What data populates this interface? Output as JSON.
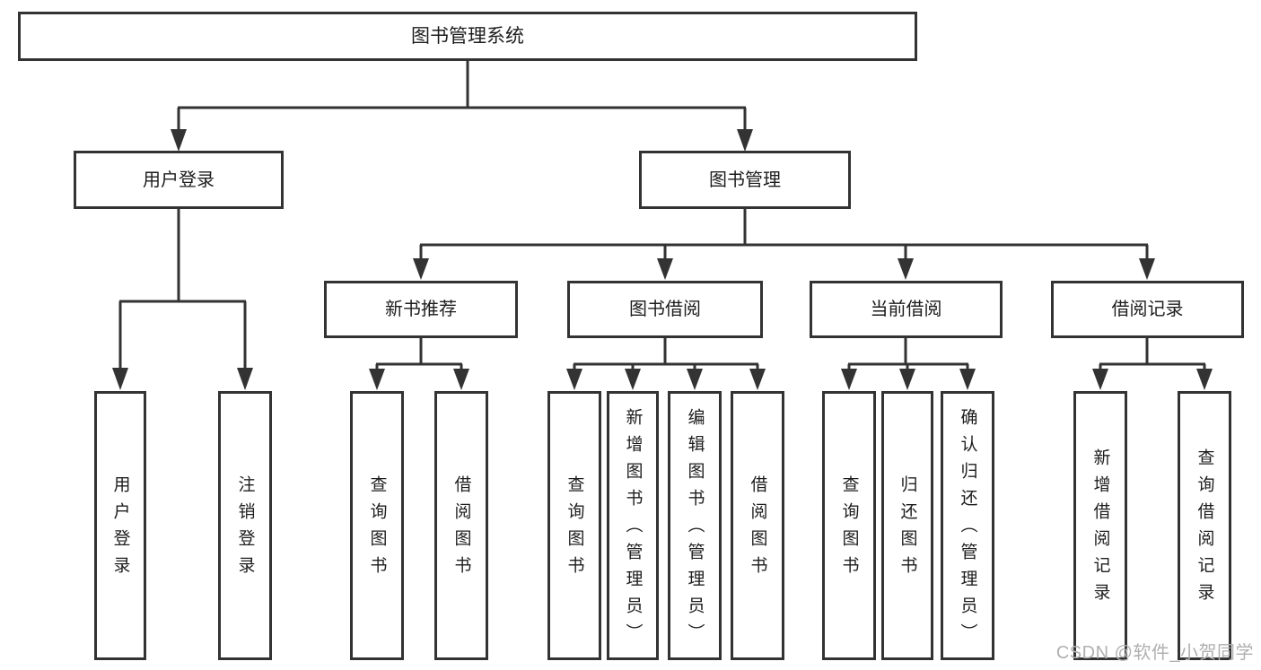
{
  "colors": {
    "line": "#333333",
    "box_border": "#333333",
    "text": "#1d1d1d",
    "watermark": "#b0b0b0",
    "background": "#ffffff"
  },
  "tree": {
    "root": {
      "label": "图书管理系统",
      "children": [
        {
          "label": "用户登录",
          "children": [
            {
              "label": "用户登录"
            },
            {
              "label": "注销登录"
            }
          ]
        },
        {
          "label": "图书管理",
          "children": [
            {
              "label": "新书推荐",
              "children": [
                {
                  "label": "查询图书"
                },
                {
                  "label": "借阅图书"
                }
              ]
            },
            {
              "label": "图书借阅",
              "children": [
                {
                  "label": "查询图书"
                },
                {
                  "label": "新增图书（管理员）"
                },
                {
                  "label": "编辑图书（管理员）"
                },
                {
                  "label": "借阅图书"
                }
              ]
            },
            {
              "label": "当前借阅",
              "children": [
                {
                  "label": "查询图书"
                },
                {
                  "label": "归还图书"
                },
                {
                  "label": "确认归还（管理员）"
                }
              ]
            },
            {
              "label": "借阅记录",
              "children": [
                {
                  "label": "新增借阅记录"
                },
                {
                  "label": "查询借阅记录"
                }
              ]
            }
          ]
        }
      ]
    }
  },
  "watermark": {
    "text": "CSDN @软件_小贺同学"
  }
}
